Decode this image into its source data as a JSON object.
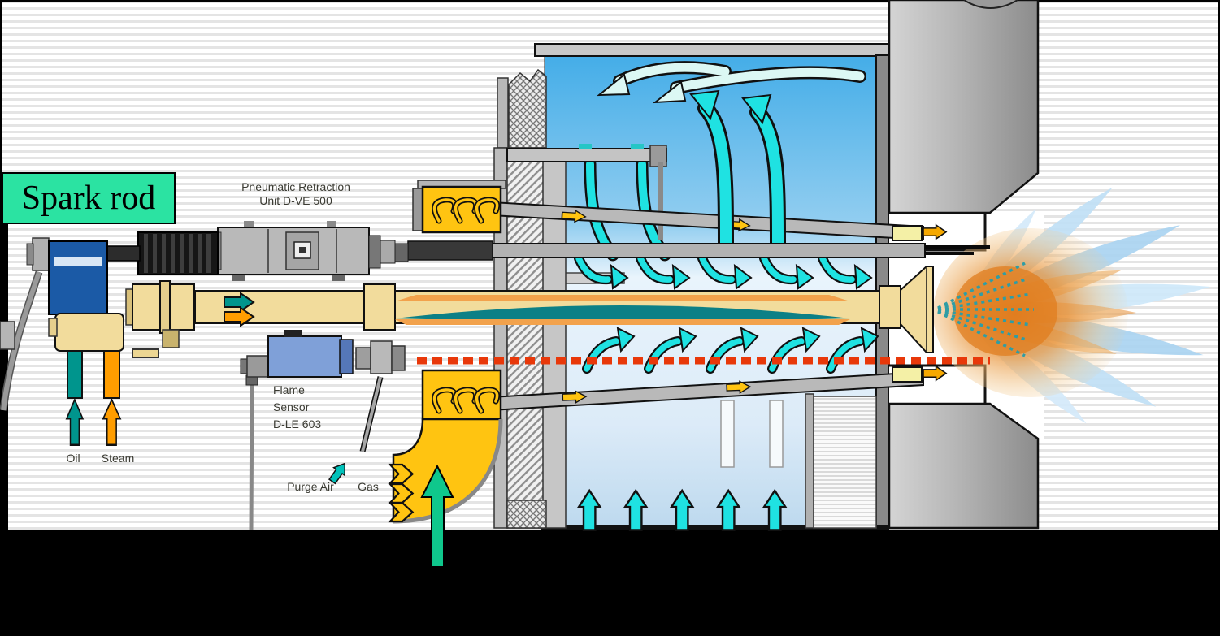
{
  "annotation": {
    "spark_rod": "Spark rod"
  },
  "labels": {
    "retraction_line1": "Pneumatic Retraction",
    "retraction_line2": "Unit D-VE 500",
    "sensor_line1": "Flame",
    "sensor_line2": "Sensor",
    "sensor_line3": "D-LE 603",
    "oil": "Oil",
    "steam": "Steam",
    "purge_air": "Purge Air",
    "gas": "Gas"
  },
  "colors": {
    "annotation_green": "#2BE3A2",
    "arrow_green": "#0FC78C",
    "air_cyan": "#1FE2E2",
    "gas_yellow": "#FFC411",
    "oil_teal": "#00958D",
    "steam_orange": "#FF9D00",
    "centerline_red": "#E8380A",
    "windbox_blue_top": "#44ADE8",
    "flame_orange": "#E07D1F",
    "flame_blue": "#B4D9F3",
    "label_text": "#3B3B33"
  }
}
